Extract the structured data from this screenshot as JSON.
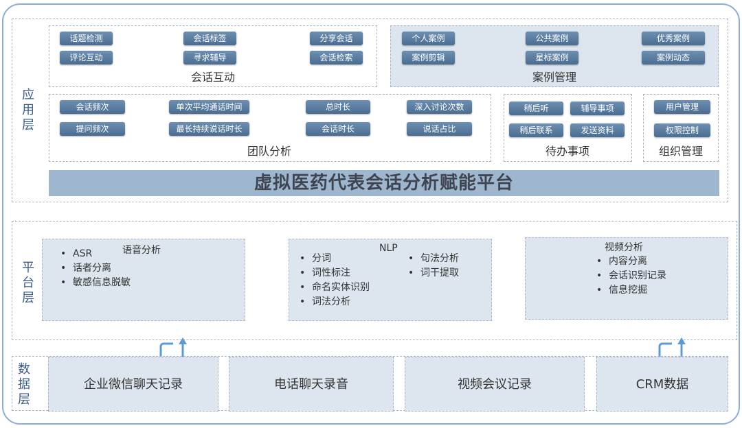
{
  "application_layer": {
    "label": "应用层",
    "session_interaction": {
      "title": "会话互动",
      "buttons": [
        "话题检测",
        "会话标签",
        "分享会话",
        "评论互动",
        "寻求辅导",
        "会话检索"
      ]
    },
    "case_management": {
      "title": "案例管理",
      "buttons": [
        "个人案例",
        "公共案例",
        "优秀案例",
        "案例剪辑",
        "星标案例",
        "案例动态"
      ]
    },
    "team_analysis": {
      "title": "团队分析",
      "buttons": [
        "会话频次",
        "单次平均通话时间",
        "总时长",
        "深入讨论次数",
        "提问频次",
        "最长持续说话时长",
        "会话时长",
        "说话占比"
      ]
    },
    "todo": {
      "title": "待办事项",
      "buttons": [
        "稍后听",
        "辅导事项",
        "稍后联系",
        "发送资料"
      ]
    },
    "org_management": {
      "title": "组织管理",
      "buttons": [
        "用户管理",
        "权限控制"
      ]
    },
    "banner": "虚拟医药代表会话分析赋能平台"
  },
  "platform_layer": {
    "label": "平台层",
    "speech": {
      "title": "语音分析",
      "items": [
        "ASR",
        "话者分离",
        "敏感信息脱敏"
      ]
    },
    "nlp": {
      "title": "NLP",
      "items_left": [
        "分词",
        "词性标注",
        "命名实体识别",
        "词法分析"
      ],
      "items_right": [
        "句法分析",
        "词干提取"
      ]
    },
    "video": {
      "title": "视频分析",
      "items": [
        "内容分离",
        "会话识别记录",
        "信息挖掘"
      ]
    }
  },
  "data_layer": {
    "label": "数据层",
    "items": [
      "企业微信聊天记录",
      "电话聊天录音",
      "视频会议记录",
      "CRM数据"
    ]
  },
  "colors": {
    "button": "#557899",
    "banner": "#9eb7cf",
    "panel_shade": "#dde6ee",
    "arrow": "#5b9bd5",
    "outline": "#8eaadb"
  }
}
